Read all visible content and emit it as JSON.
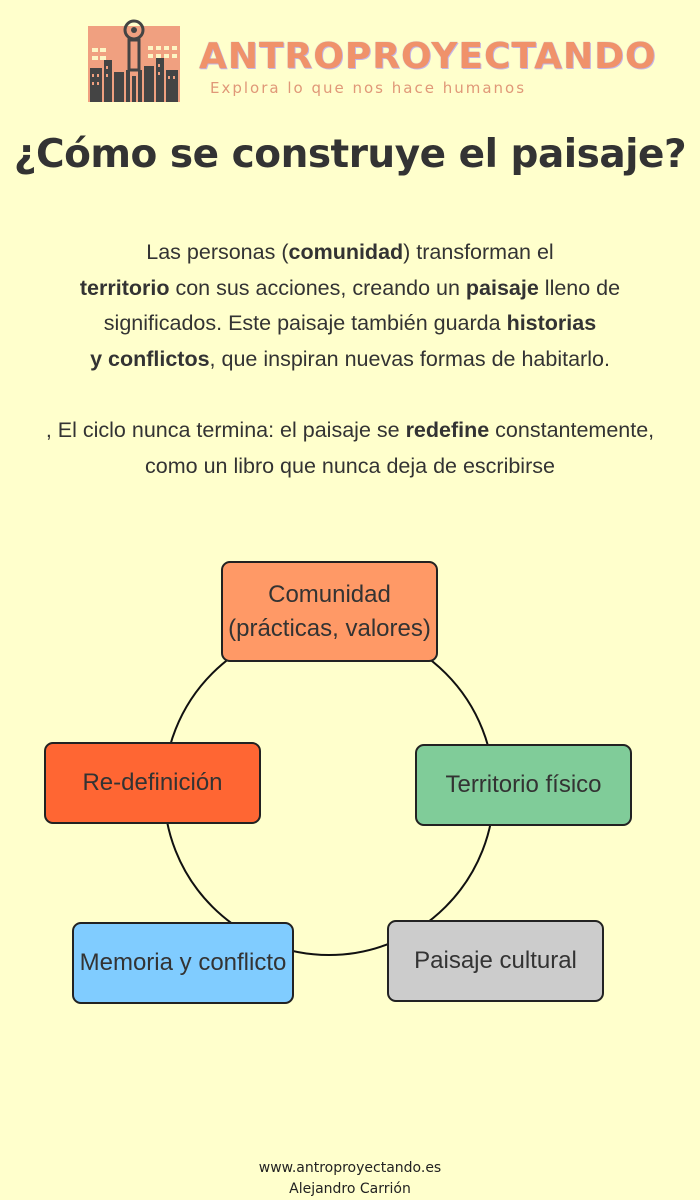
{
  "header": {
    "brand_name": "ANTROPROYECTANDO",
    "tagline": "Explora lo que nos hace humanos",
    "logo_icon": "city-skyline-logo-icon"
  },
  "title": "¿Cómo se construye el paisaje?",
  "intro": {
    "paragraph1": [
      {
        "t": "Las personas (",
        "b": false
      },
      {
        "t": "comunidad",
        "b": true
      },
      {
        "t": ") transforman el",
        "b": false
      },
      {
        "br": true
      },
      {
        "t": "territorio",
        "b": true
      },
      {
        "t": " con sus acciones, creando un ",
        "b": false
      },
      {
        "t": "paisaje",
        "b": true
      },
      {
        "t": " lleno de",
        "b": false
      },
      {
        "br": true
      },
      {
        "t": "significados. Este paisaje también guarda ",
        "b": false
      },
      {
        "t": "historias",
        "b": true
      },
      {
        "br": true
      },
      {
        "t": "y conflictos",
        "b": true
      },
      {
        "t": ", que  inspiran nuevas formas de habitarlo.",
        "b": false
      }
    ],
    "paragraph2": [
      {
        "t": ", El ciclo nunca termina: el paisaje se ",
        "b": false
      },
      {
        "t": "redefine",
        "b": true
      },
      {
        "t": " constantemente,",
        "b": false
      },
      {
        "br": true
      },
      {
        "t": "como un libro que nunca deja de escribirse",
        "b": false
      }
    ]
  },
  "cycle": {
    "nodes": {
      "comunidad": {
        "line1": "Comunidad",
        "line2": "(prácticas, valores)",
        "color": "#ff9966"
      },
      "territorio": {
        "label": "Territorio físico",
        "color": "#80cc99"
      },
      "paisaje": {
        "label": "Paisaje cultural",
        "color": "#cccccc"
      },
      "memoria": {
        "label": "Memoria y conflicto",
        "color": "#80ccff"
      },
      "redefinicion": {
        "label": "Re-definición",
        "color": "#ff6633"
      }
    }
  },
  "footer": {
    "website": "www.antroproyectando.es",
    "author": "Alejandro Carrión"
  }
}
